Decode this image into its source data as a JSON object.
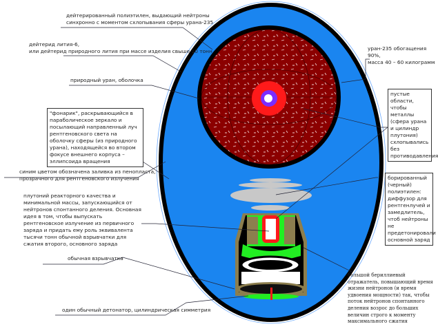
{
  "colors": {
    "filler_blue": "#1a85f0",
    "shell_black": "#000000",
    "uranium_red": "#8b0000",
    "core_red": "#ff1a1a",
    "core_purple": "#7a2cff",
    "lens_gray": "#c8c8c8",
    "case_olive": "#8c7e4e",
    "green": "#22ee22"
  },
  "labels": {
    "deuterated_polyethylene": "дейтерированный полиэтилен, выдающий нейтроны\nсинхронно с моментом схлопывания сферы урана-235",
    "lithium_deuteride": "дейтерид лития-6,\nили дейтерид природного лития при массе изделия свыше 10 тонн",
    "natural_uranium": "природный уран, оболочка",
    "flashlight": "\"фонарик\", раскрывающийся в параболическое зеркало и посылающий направленный луч рентгеновского света на оболочку сферы (из природного урана), находящейся во втором фокусе внешнего корпуса – эллипсоида вращения",
    "foam_filler": "синим цветом обозначена заливка из пенопласта,\nпрозрачного для рентгеновского излучения",
    "plutonium": "плутоний реакторного качества и минимальной массы, запускающийся от нейтронов спонтанного деления. Основная идея в том, чтобы выпускать рентгеновское излучение из первичного заряда и придать ему роль эквивалента тысячи тонн обычной взрывчатки для сжатия второго, основного заряда",
    "explosive": "обычная взрывчатка",
    "detonator": "один обычный детонатор, цилиндрическая симметрия",
    "uranium235": "уран-235 обогащения 90%,\nмасса 40 – 60 килограмм",
    "voids": "пустые области, чтобы металлы (сфера урана и цилиндр плутония) схлопывались без противодавления",
    "borated_polyethylene": "борированный (черный) полиэтилен: диффузор для рентгенлучей и замедлитель, чтоб нейтроны не предетонировали основной заряд",
    "beryllium": "большой бериллиевый отражатель, повышающий время жизни нейтронов (и время удвоения мощности) так, чтобы поток нейтронов спонтанного деления возрос до больших величин строго к моменту максимального сжатия"
  }
}
